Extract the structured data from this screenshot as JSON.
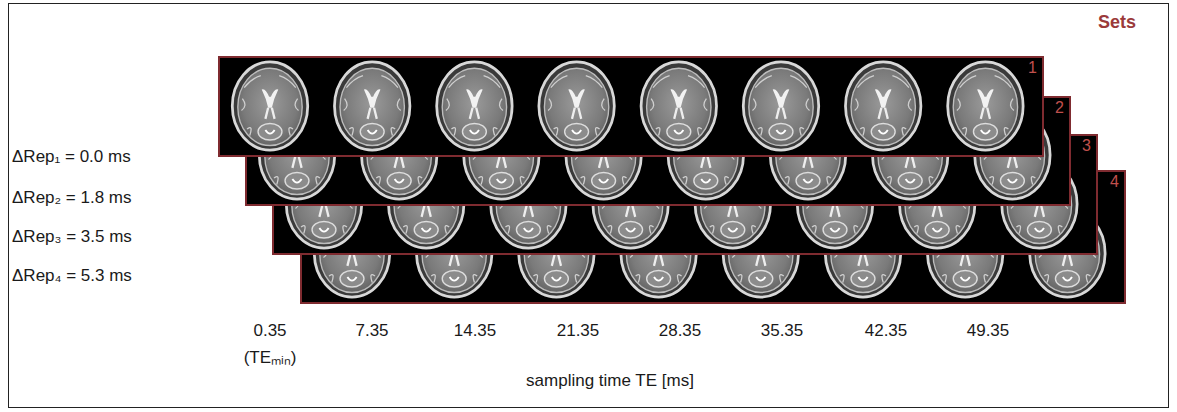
{
  "diagram": {
    "nodes": [
      {
        "text": [
          "1"
        ]
      },
      {
        "text": [
          "2"
        ]
      },
      {
        "text": [
          "3"
        ]
      },
      {
        "text": [
          "4"
        ]
      }
    ],
    "labels": [
      "Sets",
      "ΔRep₁ = 0.0 ms",
      "ΔRep₂ = 1.8 ms",
      "ΔRep₃ = 3.5 ms",
      "ΔRep₄ = 5.3 ms",
      "0.35",
      "7.35",
      "14.35",
      "21.35",
      "28.35",
      "35.35",
      "42.35",
      "49.35",
      "(TEₘᵢₙ)",
      "sampling time TE [ms]"
    ]
  }
}
